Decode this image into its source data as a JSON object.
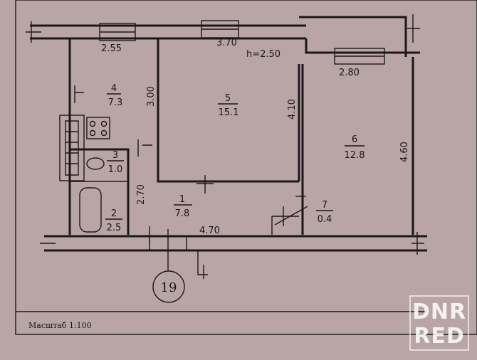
{
  "plan": {
    "dimensions": {
      "top_left": "2.55",
      "top_middle": "3.70",
      "ceiling_height": "h=2.50",
      "right_top": "2.80",
      "room4_wall": "3.00",
      "room5_wall": "4.10",
      "room6_wall": "4.60",
      "corridor_wall": "2.70",
      "bottom": "4.70"
    },
    "rooms": [
      {
        "number": "4",
        "area": "7.3"
      },
      {
        "number": "5",
        "area": "15.1"
      },
      {
        "number": "6",
        "area": "12.8"
      },
      {
        "number": "3",
        "area": "1.0"
      },
      {
        "number": "1",
        "area": "7.8"
      },
      {
        "number": "2",
        "area": "2.5"
      },
      {
        "number": "7",
        "area": "0.4"
      }
    ],
    "apartment_number": "19",
    "scale": "Масштаб 1:100"
  },
  "watermark": {
    "line1": "DNR",
    "line2": "RED"
  },
  "colors": {
    "paper": "#b9a5a6",
    "ink": "#1c1718",
    "watermark": "#ffffff"
  }
}
